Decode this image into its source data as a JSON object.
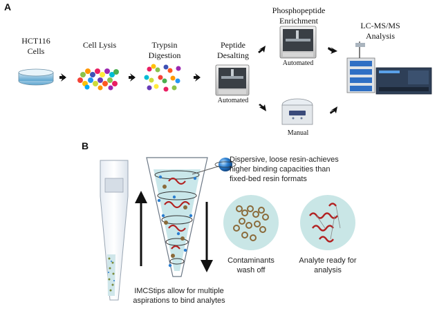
{
  "panel_a": {
    "letter": "A",
    "steps": {
      "cells": [
        "HCT116",
        "Cells"
      ],
      "lysis": "Cell Lysis",
      "trypsin": [
        "Trypsin",
        "Digestion"
      ],
      "desalting": [
        "Peptide",
        "Desalting"
      ],
      "desalting_mode": "Automated",
      "phospho": [
        "Phosphopeptide",
        "Enrichment"
      ],
      "phospho_mode": "Automated",
      "manual_mode": "Manual",
      "lcms": [
        "LC-MS/MS",
        "Analysis"
      ]
    }
  },
  "panel_b": {
    "letter": "B",
    "resin_note": [
      "Dispersive, loose resin-achieves",
      "higher binding capacities than",
      "fixed-bed resin formats"
    ],
    "tip_note": [
      "IMCStips allow for multiple",
      "aspirations to bind analytes"
    ],
    "wash_caption": [
      "Contaminants",
      "wash off"
    ],
    "ready_caption": [
      "Analyte ready for",
      "analysis"
    ]
  },
  "colors": {
    "dish": "#7fb8d8",
    "tip_fluid": "#bfe3e6",
    "circle_fill": "#c9e6e6",
    "helix": "#b22222",
    "resin_bead": "#2a7ed0",
    "arrow": "#111111"
  }
}
